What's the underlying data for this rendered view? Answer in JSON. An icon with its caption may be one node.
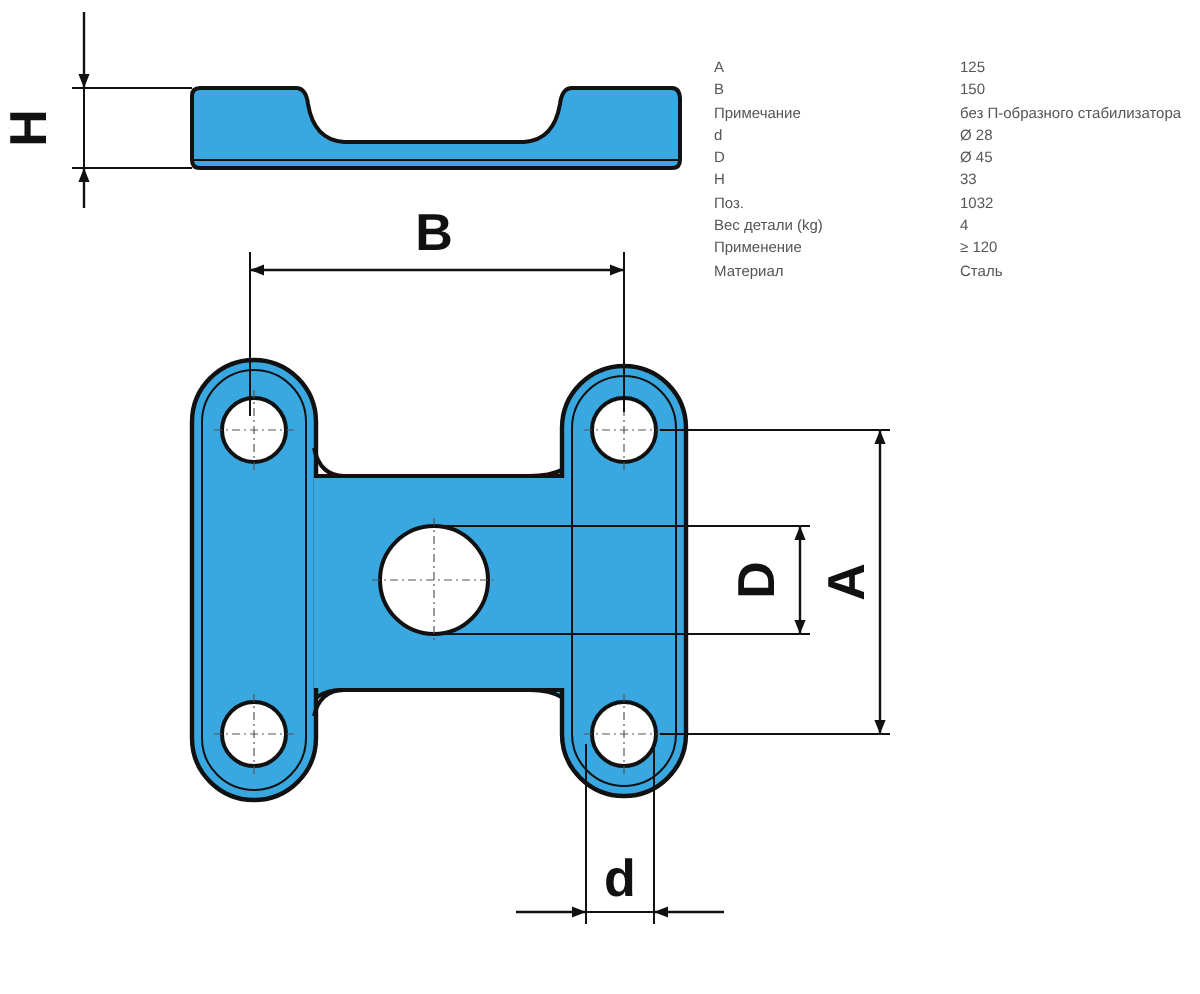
{
  "diagram": {
    "labels": [
      "H",
      "B",
      "D",
      "A",
      "d",
      "A",
      "125",
      "B",
      "150",
      "Примечание",
      "без П-образного стабилизатора",
      "d",
      "Ø 28",
      "D",
      "Ø 45",
      "H",
      "33",
      "Поз.",
      "1032",
      "Вес детали (kg)",
      "4",
      "Применение",
      "≥ 120",
      "Материал",
      "Сталь"
    ]
  }
}
